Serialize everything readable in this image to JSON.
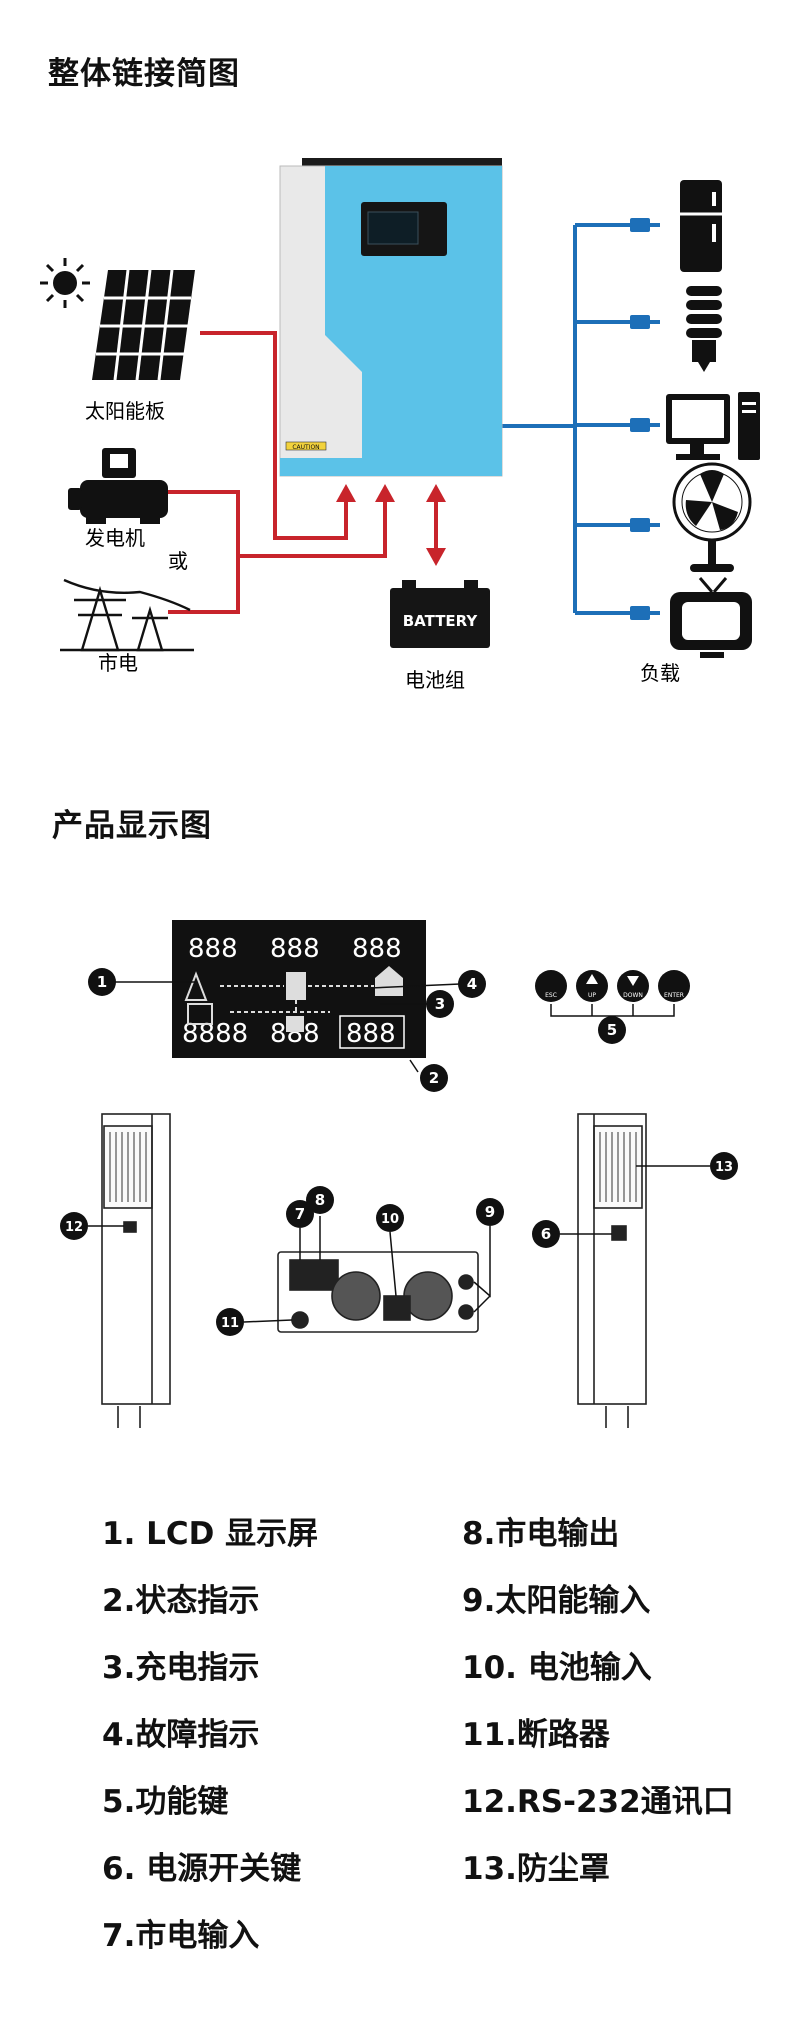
{
  "section1": {
    "title": "整体链接简图",
    "labels": {
      "solar": "太阳能板",
      "generator": "发电机",
      "or": "或",
      "grid": "市电",
      "battery": "BATTERY",
      "battery_group": "电池组",
      "load": "负载",
      "caution": "CAUTION"
    }
  },
  "section2": {
    "title": "产品显示图",
    "lcd": {
      "seg_top_left": "888",
      "seg_top_mid": "888",
      "seg_top_right": "888",
      "seg_bottom_left": "8888",
      "seg_bottom_mid": "888",
      "seg_bottom_right": "888"
    },
    "buttons": [
      "ESC",
      "UP",
      "DOWN",
      "ENTER"
    ],
    "callouts": [
      "1",
      "2",
      "3",
      "4",
      "5",
      "6",
      "7",
      "8",
      "9",
      "10",
      "11",
      "12",
      "13"
    ]
  },
  "legend": {
    "left": [
      "1. LCD 显示屏",
      "2.状态指示",
      "3.充电指示",
      "4.故障指示",
      "5.功能键",
      "6. 电源开关键",
      "7.市电输入"
    ],
    "right": [
      "8.市电输出",
      "9.太阳能输入",
      "10. 电池输入",
      "11.断路器",
      "12.RS-232通讯口",
      "13.防尘罩"
    ]
  },
  "colors": {
    "ac_line": "#c8242b",
    "load_line": "#1d6fb8",
    "inverter_blue": "#5bc2e8",
    "lcd_bg": "#111111"
  }
}
